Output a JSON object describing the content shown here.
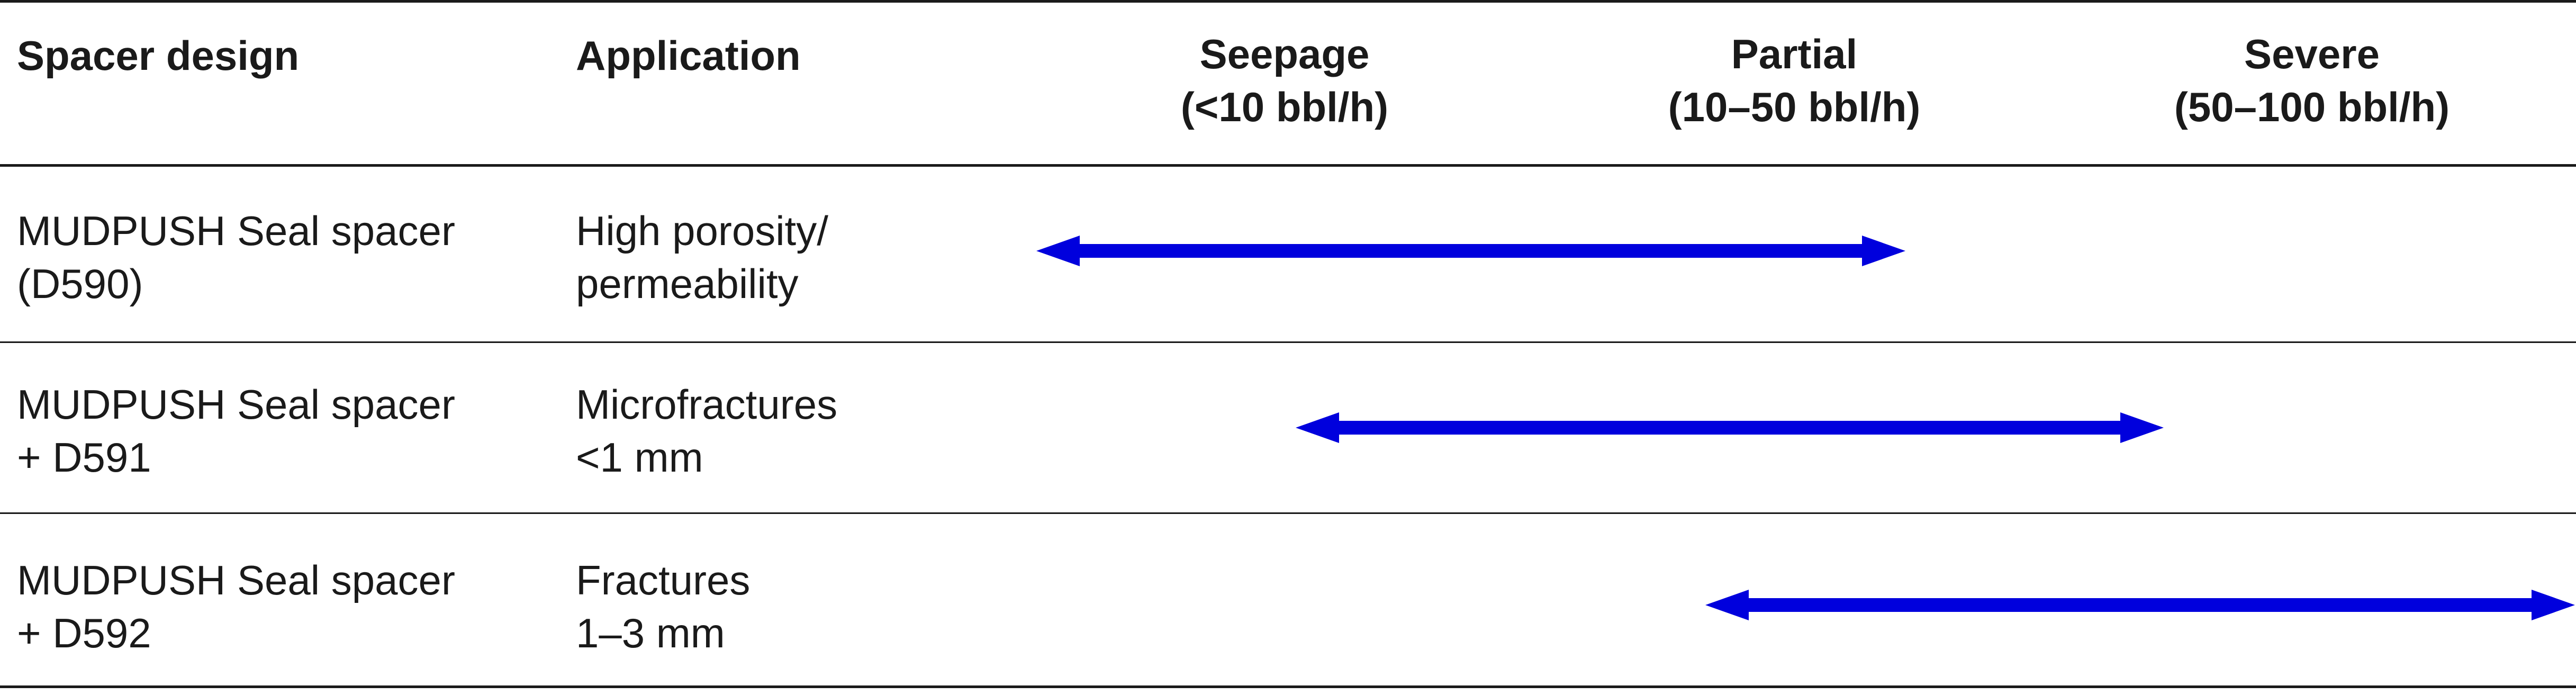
{
  "table": {
    "headers": {
      "design": "Spacer design",
      "application": "Application",
      "seepage": [
        "Seepage",
        "(<10 bbl/h)"
      ],
      "partial": [
        "Partial",
        "(10–50 bbl/h)"
      ],
      "severe": [
        "Severe",
        "(50–100 bbl/h)"
      ]
    },
    "rows": [
      {
        "design": [
          "MUDPUSH Seal spacer",
          "(D590)"
        ],
        "application": [
          "High porosity/",
          "permeability"
        ],
        "range_label": "Seepage to Partial"
      },
      {
        "design": [
          "MUDPUSH Seal spacer",
          "+ D591"
        ],
        "application": [
          "Microfractures",
          "<1 mm"
        ],
        "range_label": "Seepage to Severe"
      },
      {
        "design": [
          "MUDPUSH Seal spacer",
          "+ D592"
        ],
        "application": [
          "Fractures",
          "1–3 mm"
        ],
        "range_label": "Partial to Severe"
      }
    ],
    "arrow_color": "#0000dd"
  }
}
